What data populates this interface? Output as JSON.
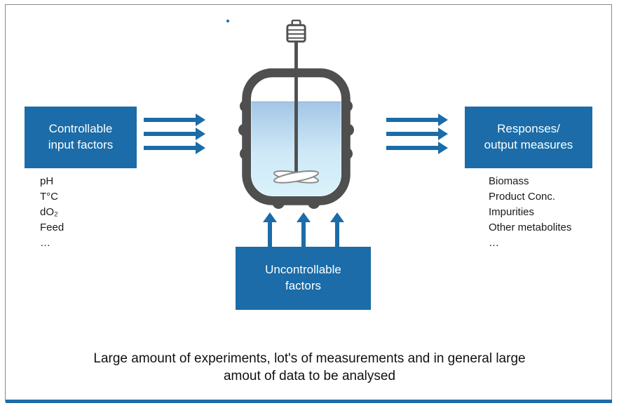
{
  "colors": {
    "accent": "#1b6ca8",
    "vessel_outline": "#4f4f4f",
    "frame_border": "#8a8a8a"
  },
  "boxes": {
    "left": {
      "label": "Controllable\ninput factors"
    },
    "right": {
      "label": "Responses/\noutput measures"
    },
    "bottom": {
      "label": "Uncontrollable\nfactors"
    }
  },
  "lists": {
    "left": [
      "pH",
      "T°C",
      "dO₂",
      "Feed",
      "…"
    ],
    "right": [
      "Biomass",
      "Product Conc.",
      "Impurities",
      "Other metabolites",
      "…"
    ]
  },
  "caption": "Large amount of experiments, lot's of measurements and in general large\namout of data to be analysed"
}
